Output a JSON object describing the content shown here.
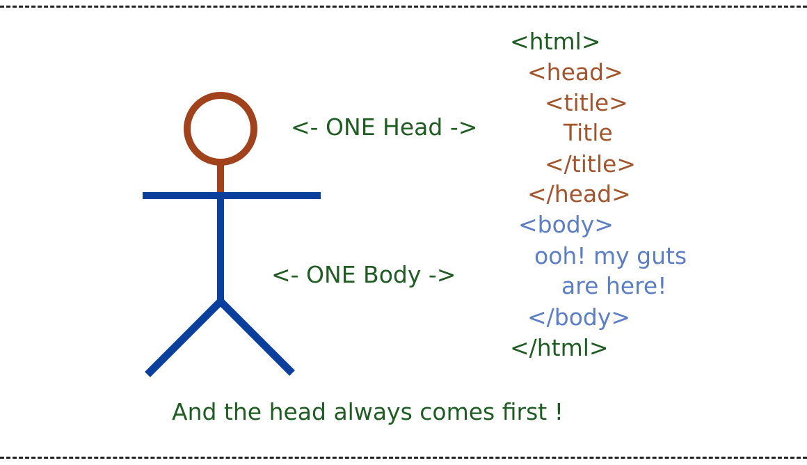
{
  "stick_figure": {
    "head_color": "#a0421c",
    "body_color": "#0b3f9c"
  },
  "labels": {
    "one_head": "<- ONE Head ->",
    "one_body": "<- ONE Body ->"
  },
  "code": {
    "html_open": "<html>",
    "head_open": "<head>",
    "title_open": "<title>",
    "title_text": "Title",
    "title_close": "</title>",
    "head_close": "</head>",
    "body_open": "<body>",
    "guts_line1": "ooh! my guts",
    "guts_line2": "are here!",
    "body_close": "</body>",
    "html_close": "</html>"
  },
  "footer": "And the head always comes first !",
  "colors": {
    "html_tags": "#1e5c22",
    "head_section": "#a2542c",
    "body_section": "#5b7ec4",
    "labels": "#1e5c22",
    "border": "#222222"
  }
}
